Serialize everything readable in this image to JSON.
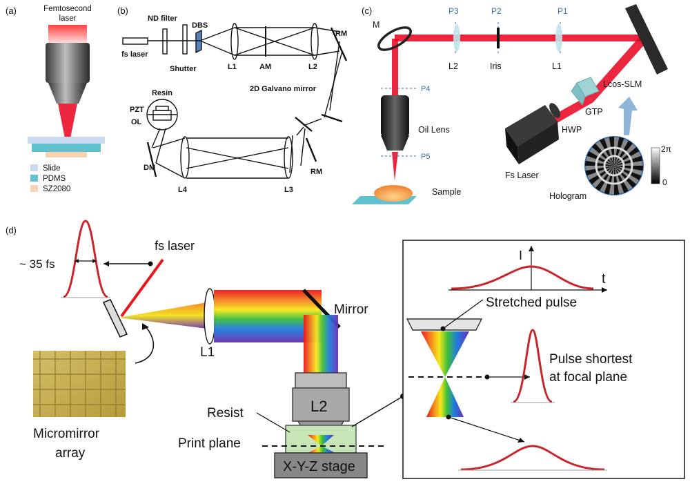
{
  "panel_a": {
    "tag": "(a)",
    "laser_label_1": "Femtosecond",
    "laser_label_2": "laser",
    "legend": [
      "Slide",
      "PDMS",
      "SZ2080"
    ],
    "colors": {
      "slide": "#c9d9ef",
      "pdms": "#62c1cf",
      "sz2080": "#f6d3b3",
      "beam": "#e8001c"
    }
  },
  "panel_b": {
    "tag": "(b)",
    "labels": {
      "nd_filter": "ND filter",
      "dbs": "DBS",
      "fs_laser": "fs laser",
      "shutter": "Shutter",
      "l1": "L1",
      "am": "AM",
      "l2": "L2",
      "rm_top": "RM",
      "galvo": "2D Galvano mirror",
      "resin": "Resin",
      "pzt": "PZT",
      "ol": "OL",
      "dm": "DM",
      "l4": "L4",
      "l3": "L3",
      "rm_bottom": "RM"
    }
  },
  "panel_c": {
    "tag": "(c)",
    "labels": {
      "p3": "P3",
      "p2": "P2",
      "p1": "P1",
      "m": "M",
      "l2": "L2",
      "iris": "Iris",
      "l1": "L1",
      "p4": "P4",
      "p5": "P5",
      "oil_lens": "Oil Lens",
      "lcos": "Lcos-SLM",
      "gtp": "GTP",
      "hwp": "HWP",
      "fs_laser": "Fs Laser",
      "sample": "Sample",
      "hologram": "Hologram",
      "scale_top": "2π",
      "scale_bottom": "0"
    }
  },
  "panel_d": {
    "tag": "(d)",
    "labels": {
      "pulse_width": "~ 35 fs",
      "fs_laser": "fs laser",
      "l1": "L1",
      "mirror": "Mirror",
      "micromirror_1": "Micromirror",
      "micromirror_2": "array",
      "l2": "L2",
      "resist": "Resist",
      "print_plane": "Print plane",
      "stage": "X-Y-Z stage",
      "axis_i": "I",
      "axis_t": "t",
      "stretched": "Stretched pulse",
      "shortest_1": "Pulse shortest",
      "shortest_2": "at focal plane"
    }
  }
}
